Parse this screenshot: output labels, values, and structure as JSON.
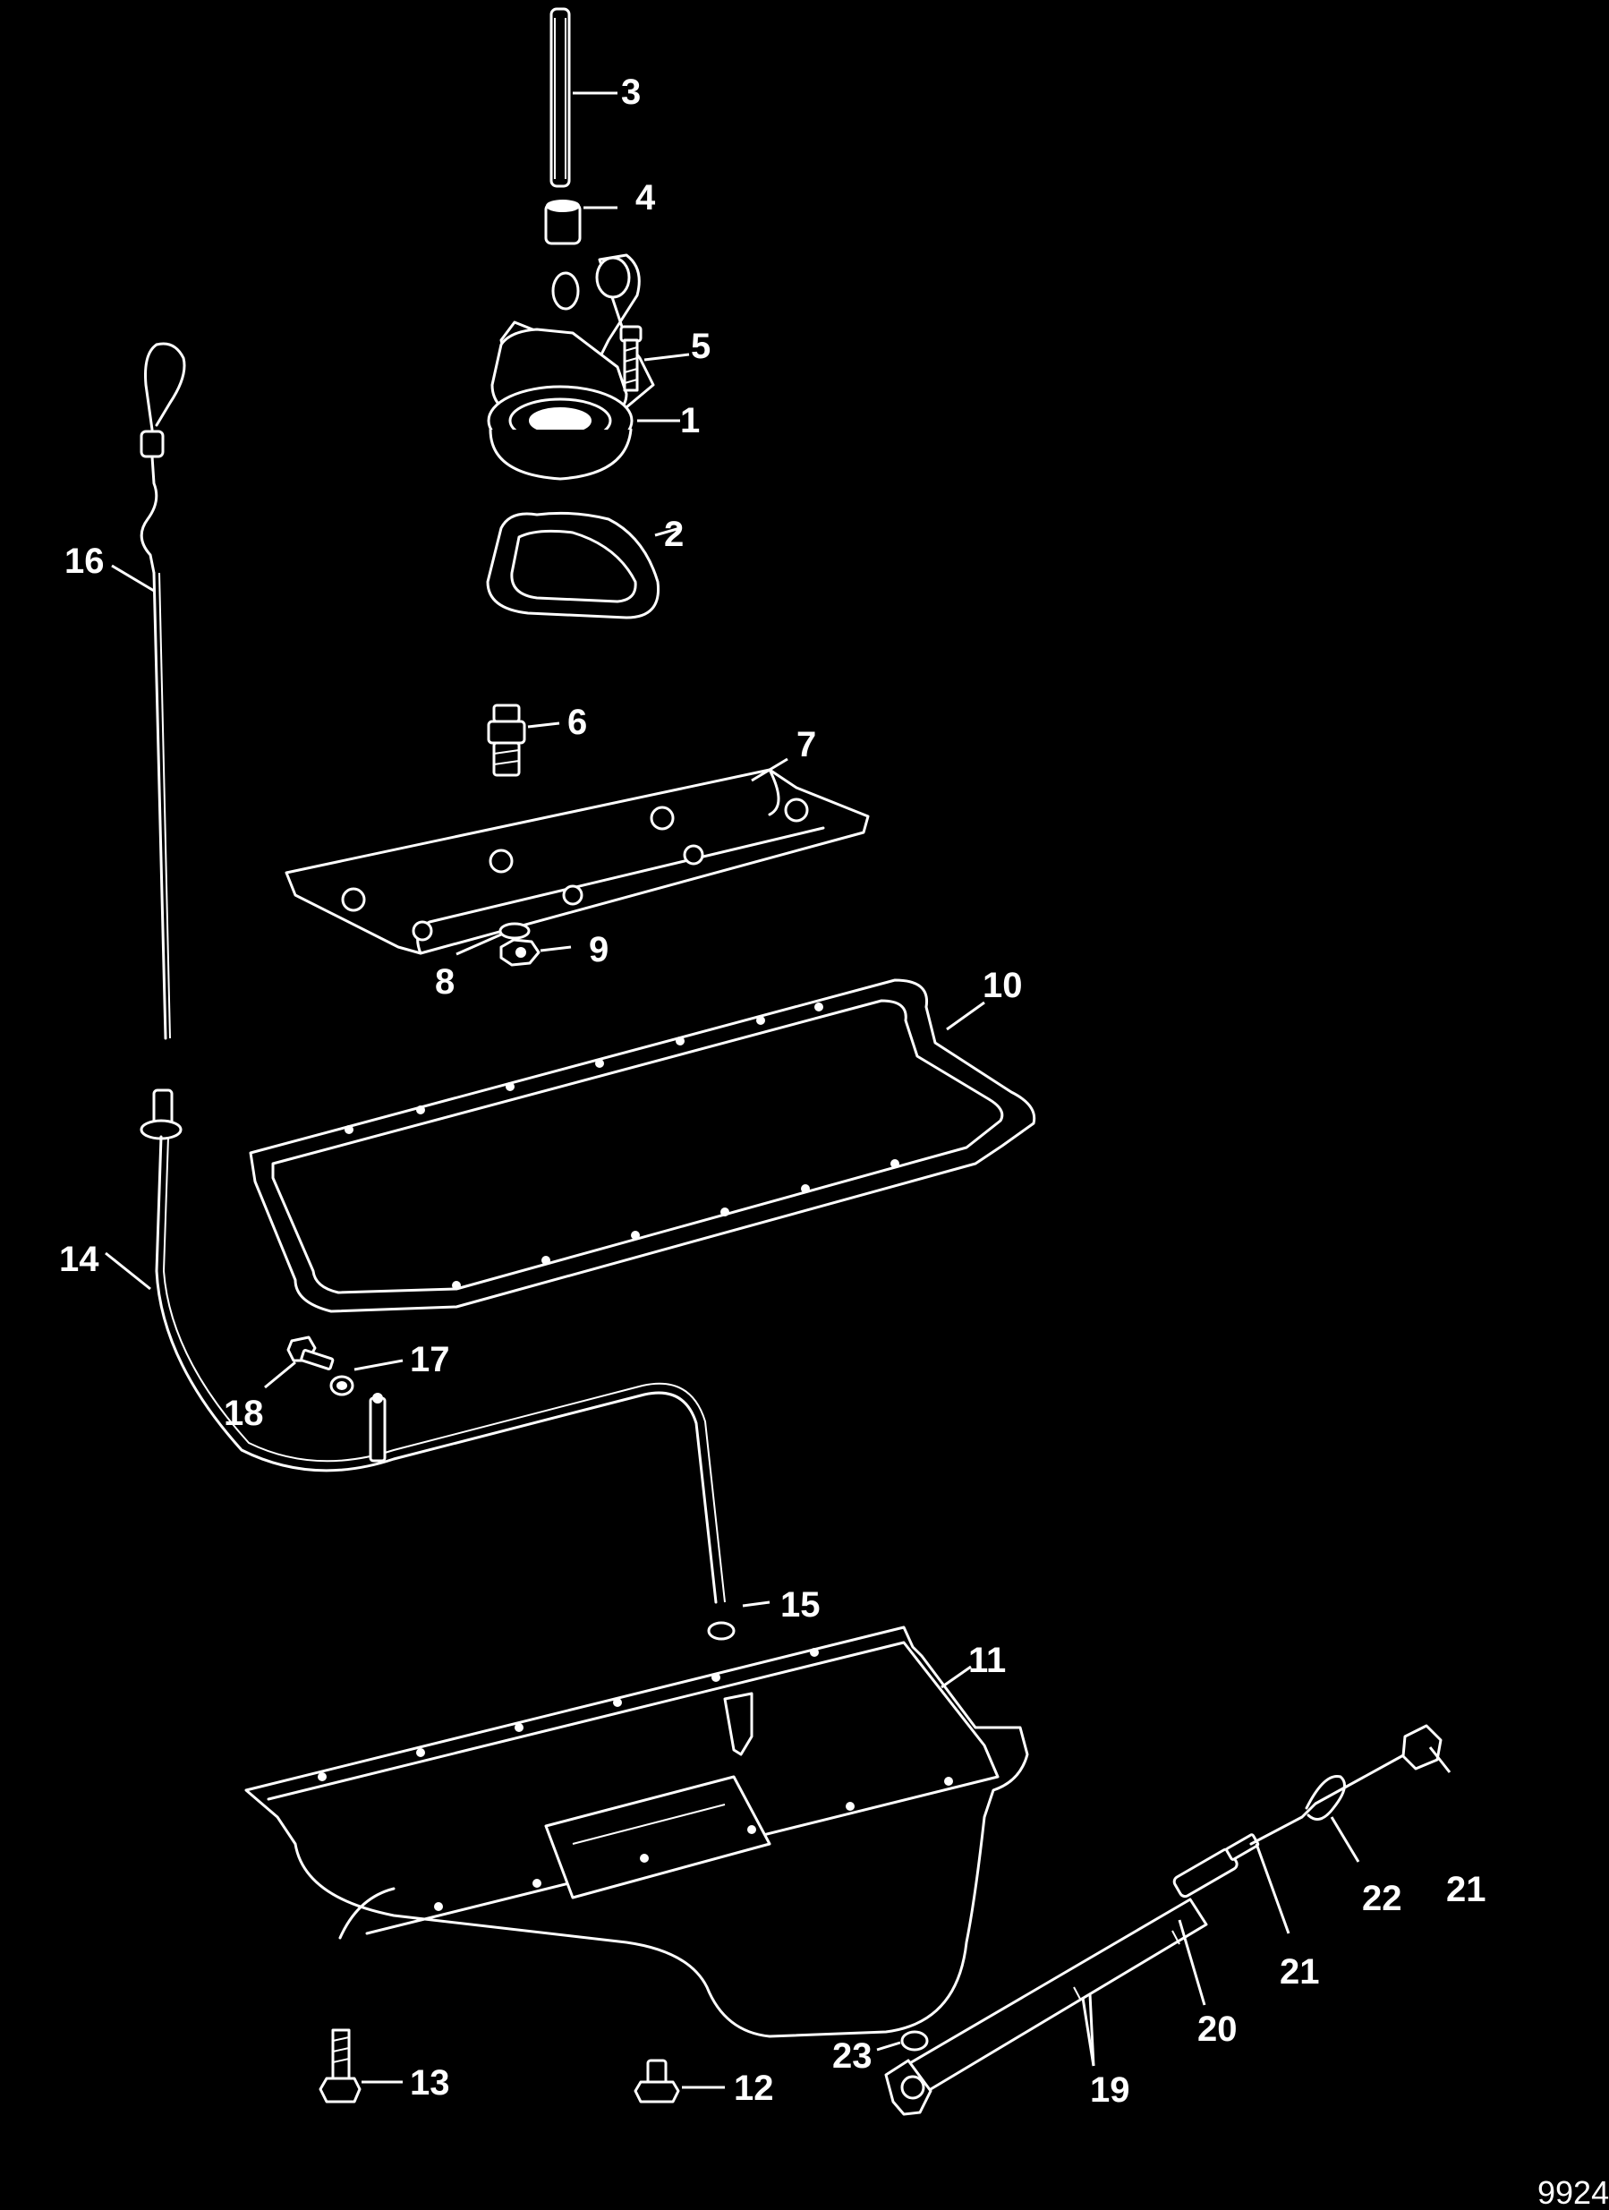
{
  "figure_id": "9924",
  "callouts": [
    {
      "id": "3",
      "label": "3"
    },
    {
      "id": "4",
      "label": "4"
    },
    {
      "id": "5",
      "label": "5"
    },
    {
      "id": "1",
      "label": "1"
    },
    {
      "id": "2",
      "label": "2"
    },
    {
      "id": "16",
      "label": "16"
    },
    {
      "id": "6",
      "label": "6"
    },
    {
      "id": "7",
      "label": "7"
    },
    {
      "id": "9",
      "label": "9"
    },
    {
      "id": "8",
      "label": "8"
    },
    {
      "id": "10",
      "label": "10"
    },
    {
      "id": "14",
      "label": "14"
    },
    {
      "id": "17",
      "label": "17"
    },
    {
      "id": "18",
      "label": "18"
    },
    {
      "id": "15",
      "label": "15"
    },
    {
      "id": "11",
      "label": "11"
    },
    {
      "id": "21a",
      "label": "21"
    },
    {
      "id": "22",
      "label": "22"
    },
    {
      "id": "21b",
      "label": "21"
    },
    {
      "id": "20",
      "label": "20"
    },
    {
      "id": "23",
      "label": "23"
    },
    {
      "id": "19",
      "label": "19"
    },
    {
      "id": "13",
      "label": "13"
    },
    {
      "id": "12",
      "label": "12"
    }
  ]
}
